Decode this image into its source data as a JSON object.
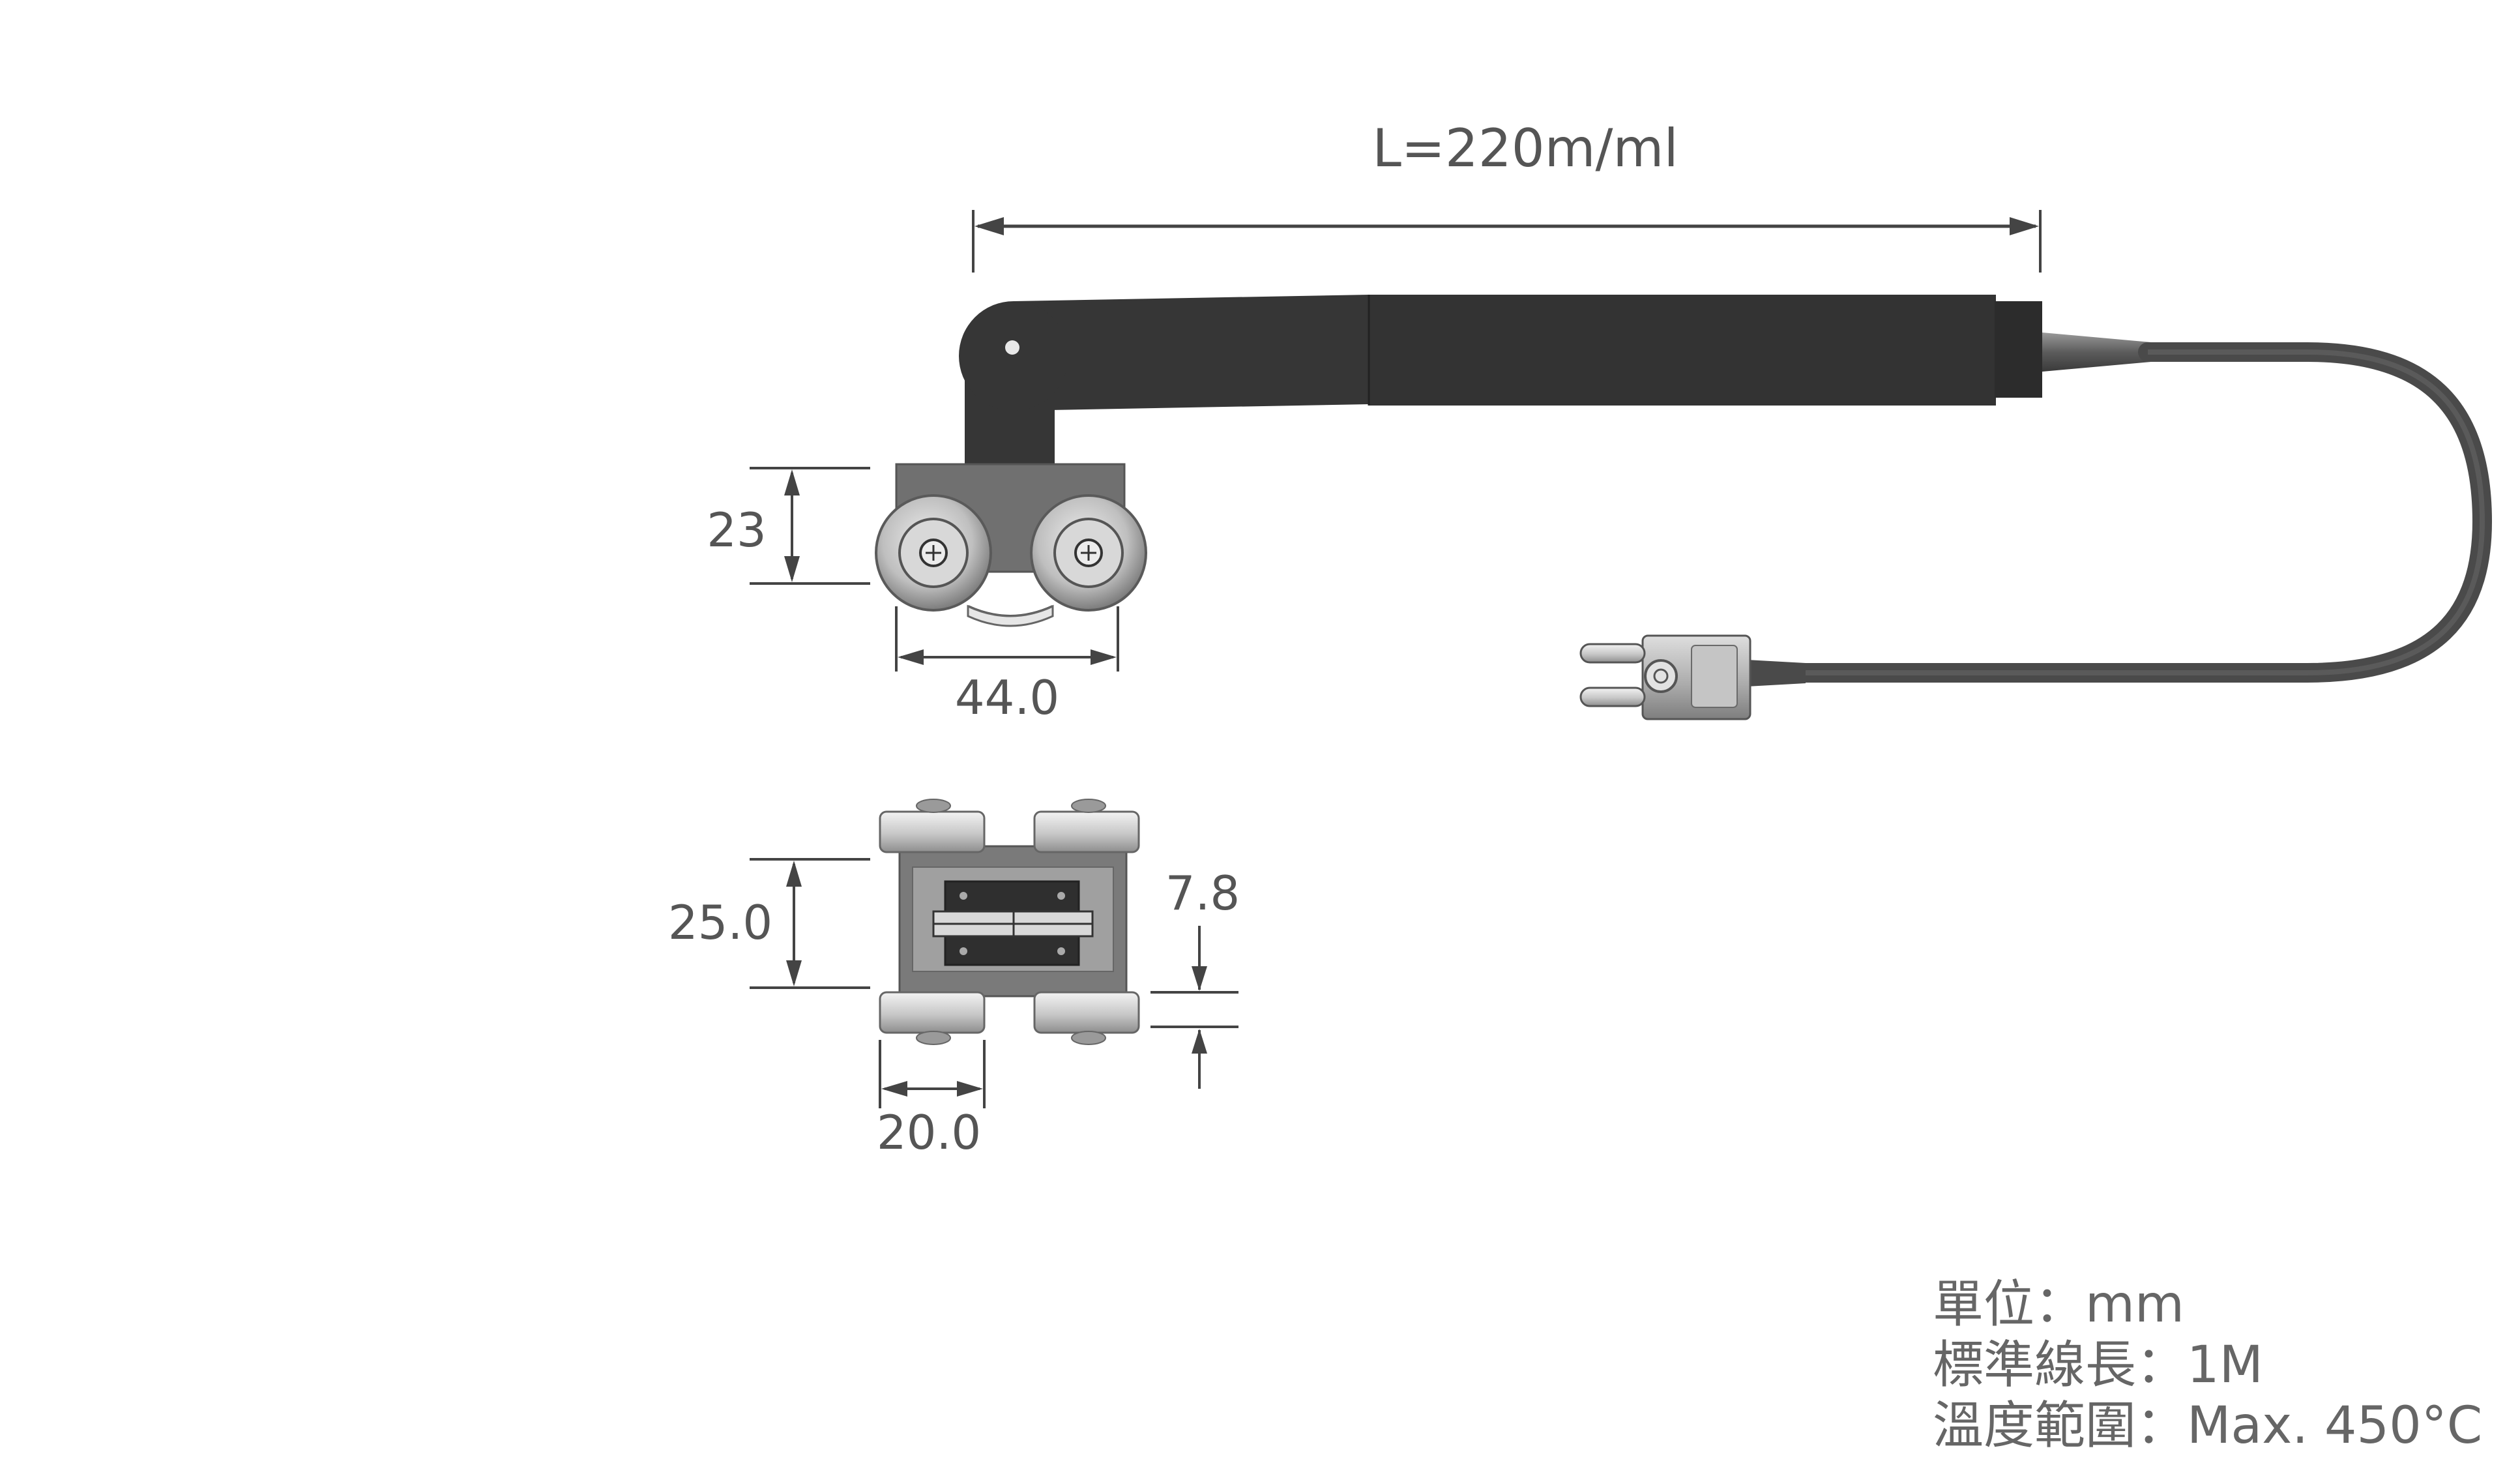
{
  "dimensions": {
    "length": "L=220m/ml",
    "head_height": "23",
    "wheel_span": "44.0",
    "bottom_width": "25.0",
    "gap": "7.8",
    "wheel_width": "20.0"
  },
  "specs": {
    "unit_label": "單位",
    "unit_value": "mm",
    "cable_label": "標準線長",
    "cable_value": "1M",
    "temp_label": "溫度範圍",
    "temp_value": "Max. 450°C",
    "separator": "："
  },
  "colors": {
    "handle": "#363636",
    "dimension_line": "#444444",
    "text": "#555555",
    "wheel": "#c8c8c8",
    "block": "#6f6f6f",
    "connector": "#b5b5b5"
  }
}
